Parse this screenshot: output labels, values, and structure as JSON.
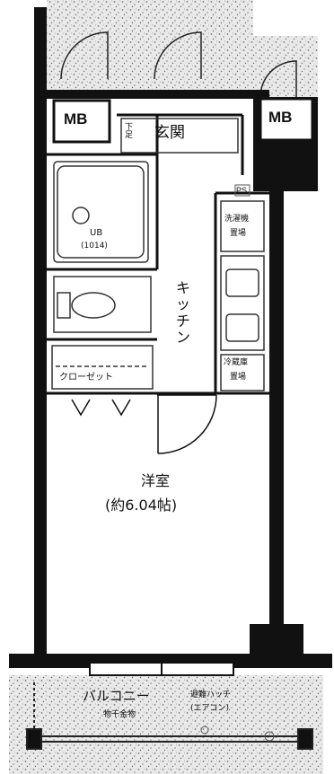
{
  "plan": {
    "mb_left": "MB",
    "mb_right": "MB",
    "shoe": "下足",
    "entrance": "玄関",
    "ps": "PS",
    "bath_line1": "UB",
    "bath_line2": "(1014)",
    "washer_line1": "洗濯機",
    "washer_line2": "置場",
    "kitchen": "キッチン",
    "fridge_line1": "冷蔵庫",
    "fridge_line2": "置場",
    "closet": "クローゼット",
    "room_name": "洋室",
    "room_size": "(約6.04帖)",
    "balcony": "バルコニー",
    "hatch": "避難ハッチ",
    "aircon": "(エアコン)",
    "drying": "物干金物"
  }
}
